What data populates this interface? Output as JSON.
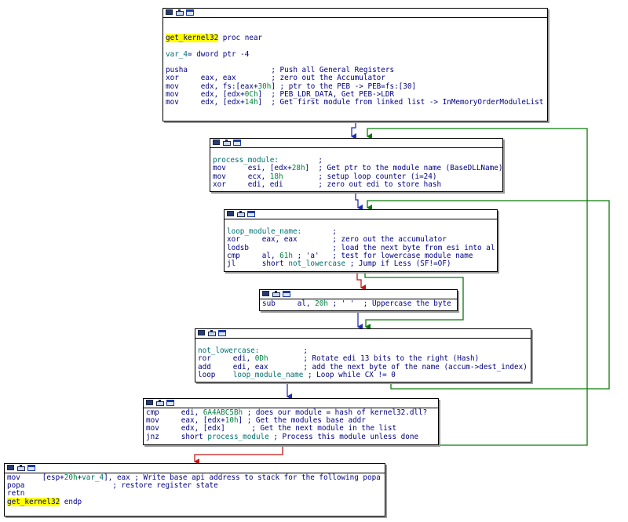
{
  "colors": {
    "flow_down": "#1f2fb5",
    "flow_true": "#0a7a0a",
    "flow_false": "#c01818",
    "comment": "#000080",
    "number": "#008040",
    "highlight": "#ffff00"
  },
  "header_icons": [
    "grid-icon",
    "graph-icon",
    "window-icon"
  ],
  "blocks": {
    "entry": {
      "lines": [
        [
          {
            "t": ""
          }
        ],
        [
          {
            "t": ""
          }
        ],
        [
          {
            "t": "get_kernel32",
            "c": "hl"
          },
          {
            "t": " proc near"
          }
        ],
        [
          {
            "t": ""
          }
        ],
        [
          {
            "t": "var_4",
            "c": "lbl"
          },
          {
            "t": "= dword ptr -4"
          }
        ],
        [
          {
            "t": ""
          }
        ],
        [
          {
            "t": "pusha                   ; Push all General Registers"
          }
        ],
        [
          {
            "t": "xor     eax, eax        ; zero out the Accumulator"
          }
        ],
        [
          {
            "t": "mov     edx, fs:[eax+"
          },
          {
            "t": "30h",
            "c": "num"
          },
          {
            "t": "] ; ptr to the PEB -> PEB=fs:[30]"
          }
        ],
        [
          {
            "t": "mov     edx, [edx+"
          },
          {
            "t": "0Ch",
            "c": "num"
          },
          {
            "t": "]  ; PEB_LDR_DATA, Get PEB->LDR"
          }
        ],
        [
          {
            "t": "mov     edx, [edx+"
          },
          {
            "t": "14h",
            "c": "num"
          },
          {
            "t": "]  ; Get first module from linked list -> InMemoryOrderModuleList"
          }
        ]
      ]
    },
    "process_module": {
      "lines": [
        [
          {
            "t": ""
          }
        ],
        [
          {
            "t": "process_module:",
            "c": "lbl"
          },
          {
            "t": "         ;"
          }
        ],
        [
          {
            "t": "mov     esi, [edx+"
          },
          {
            "t": "28h",
            "c": "num"
          },
          {
            "t": "]  ; Get ptr to the module name (BaseDLLName)"
          }
        ],
        [
          {
            "t": "mov     ecx, "
          },
          {
            "t": "18h",
            "c": "num"
          },
          {
            "t": "        ; setup loop counter (i=24)"
          }
        ],
        [
          {
            "t": "xor     edi, edi        ; zero out edi to store hash"
          }
        ]
      ]
    },
    "loop_module_name": {
      "lines": [
        [
          {
            "t": ""
          }
        ],
        [
          {
            "t": "loop_module_name:",
            "c": "lbl"
          },
          {
            "t": "       ;"
          }
        ],
        [
          {
            "t": "xor     eax, eax        ; zero out the accumulator"
          }
        ],
        [
          {
            "t": "lodsb                   ; load the next byte from esi into al"
          }
        ],
        [
          {
            "t": "cmp     al, "
          },
          {
            "t": "61h",
            "c": "num"
          },
          {
            "t": " ; 'a'   ; test for lowercase module name"
          }
        ],
        [
          {
            "t": "jl      short "
          },
          {
            "t": "not_lowercase",
            "c": "lbl"
          },
          {
            "t": " ; Jump if Less (SF!=OF)"
          }
        ]
      ]
    },
    "uppercase": {
      "lines": [
        [
          {
            "t": "sub     al, "
          },
          {
            "t": "20h",
            "c": "num"
          },
          {
            "t": " ; ' '  ; Uppercase the byte"
          }
        ]
      ]
    },
    "not_lowercase": {
      "lines": [
        [
          {
            "t": ""
          }
        ],
        [
          {
            "t": "not_lowercase:",
            "c": "lbl"
          },
          {
            "t": "          ;"
          }
        ],
        [
          {
            "t": "ror     edi, "
          },
          {
            "t": "0Dh",
            "c": "num"
          },
          {
            "t": "        ; Rotate edi 13 bits to the right (Hash)"
          }
        ],
        [
          {
            "t": "add     edi, eax        ; add the next byte of the name (accum->dest_index)"
          }
        ],
        [
          {
            "t": "loop    "
          },
          {
            "t": "loop_module_name",
            "c": "lbl"
          },
          {
            "t": " ; Loop while CX != 0"
          }
        ]
      ]
    },
    "compare_hash": {
      "lines": [
        [
          {
            "t": "cmp     edi, "
          },
          {
            "t": "6A4ABC5Bh",
            "c": "num"
          },
          {
            "t": " ; does our module = hash of kernel32.dll?"
          }
        ],
        [
          {
            "t": "mov     eax, [edx+"
          },
          {
            "t": "10h",
            "c": "num"
          },
          {
            "t": "] ; Get the modules base addr"
          }
        ],
        [
          {
            "t": "mov     edx, [edx]      ; Get the next module in the list"
          }
        ],
        [
          {
            "t": "jnz     short "
          },
          {
            "t": "process_module",
            "c": "lbl"
          },
          {
            "t": " ; Process this module unless done"
          }
        ]
      ]
    },
    "exit": {
      "lines": [
        [
          {
            "t": "mov     [esp+"
          },
          {
            "t": "20h",
            "c": "num"
          },
          {
            "t": "+"
          },
          {
            "t": "var_4",
            "c": "lbl"
          },
          {
            "t": "], eax ; Write base api address to stack for the following popa"
          }
        ],
        [
          {
            "t": "popa                    ; restore register state"
          }
        ],
        [
          {
            "t": "retn"
          }
        ],
        [
          {
            "t": "get_kernel32",
            "c": "hl"
          },
          {
            "t": " endp"
          }
        ]
      ]
    }
  }
}
